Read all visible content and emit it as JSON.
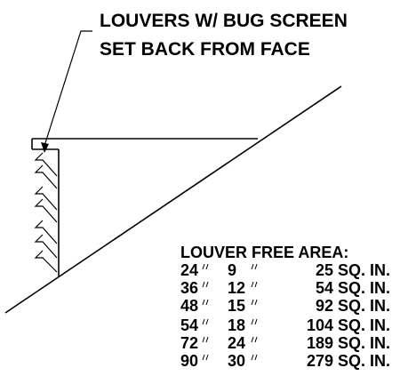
{
  "callout": {
    "line1": "LOUVERS W/ BUG SCREEN",
    "line2": "SET BACK FROM FACE"
  },
  "free_area": {
    "heading": "LOUVER FREE AREA:",
    "rows": [
      {
        "w": "24",
        "h": "9",
        "area": "25 SQ. IN."
      },
      {
        "w": "36",
        "h": "12",
        "area": "54 SQ. IN."
      },
      {
        "w": "48",
        "h": "15",
        "area": "92 SQ. IN."
      },
      {
        "w": "54",
        "h": "18",
        "area": "104 SQ. IN."
      },
      {
        "w": "72",
        "h": "24",
        "area": "189 SQ. IN."
      },
      {
        "w": "90",
        "h": "30",
        "area": "279 SQ. IN."
      }
    ]
  }
}
